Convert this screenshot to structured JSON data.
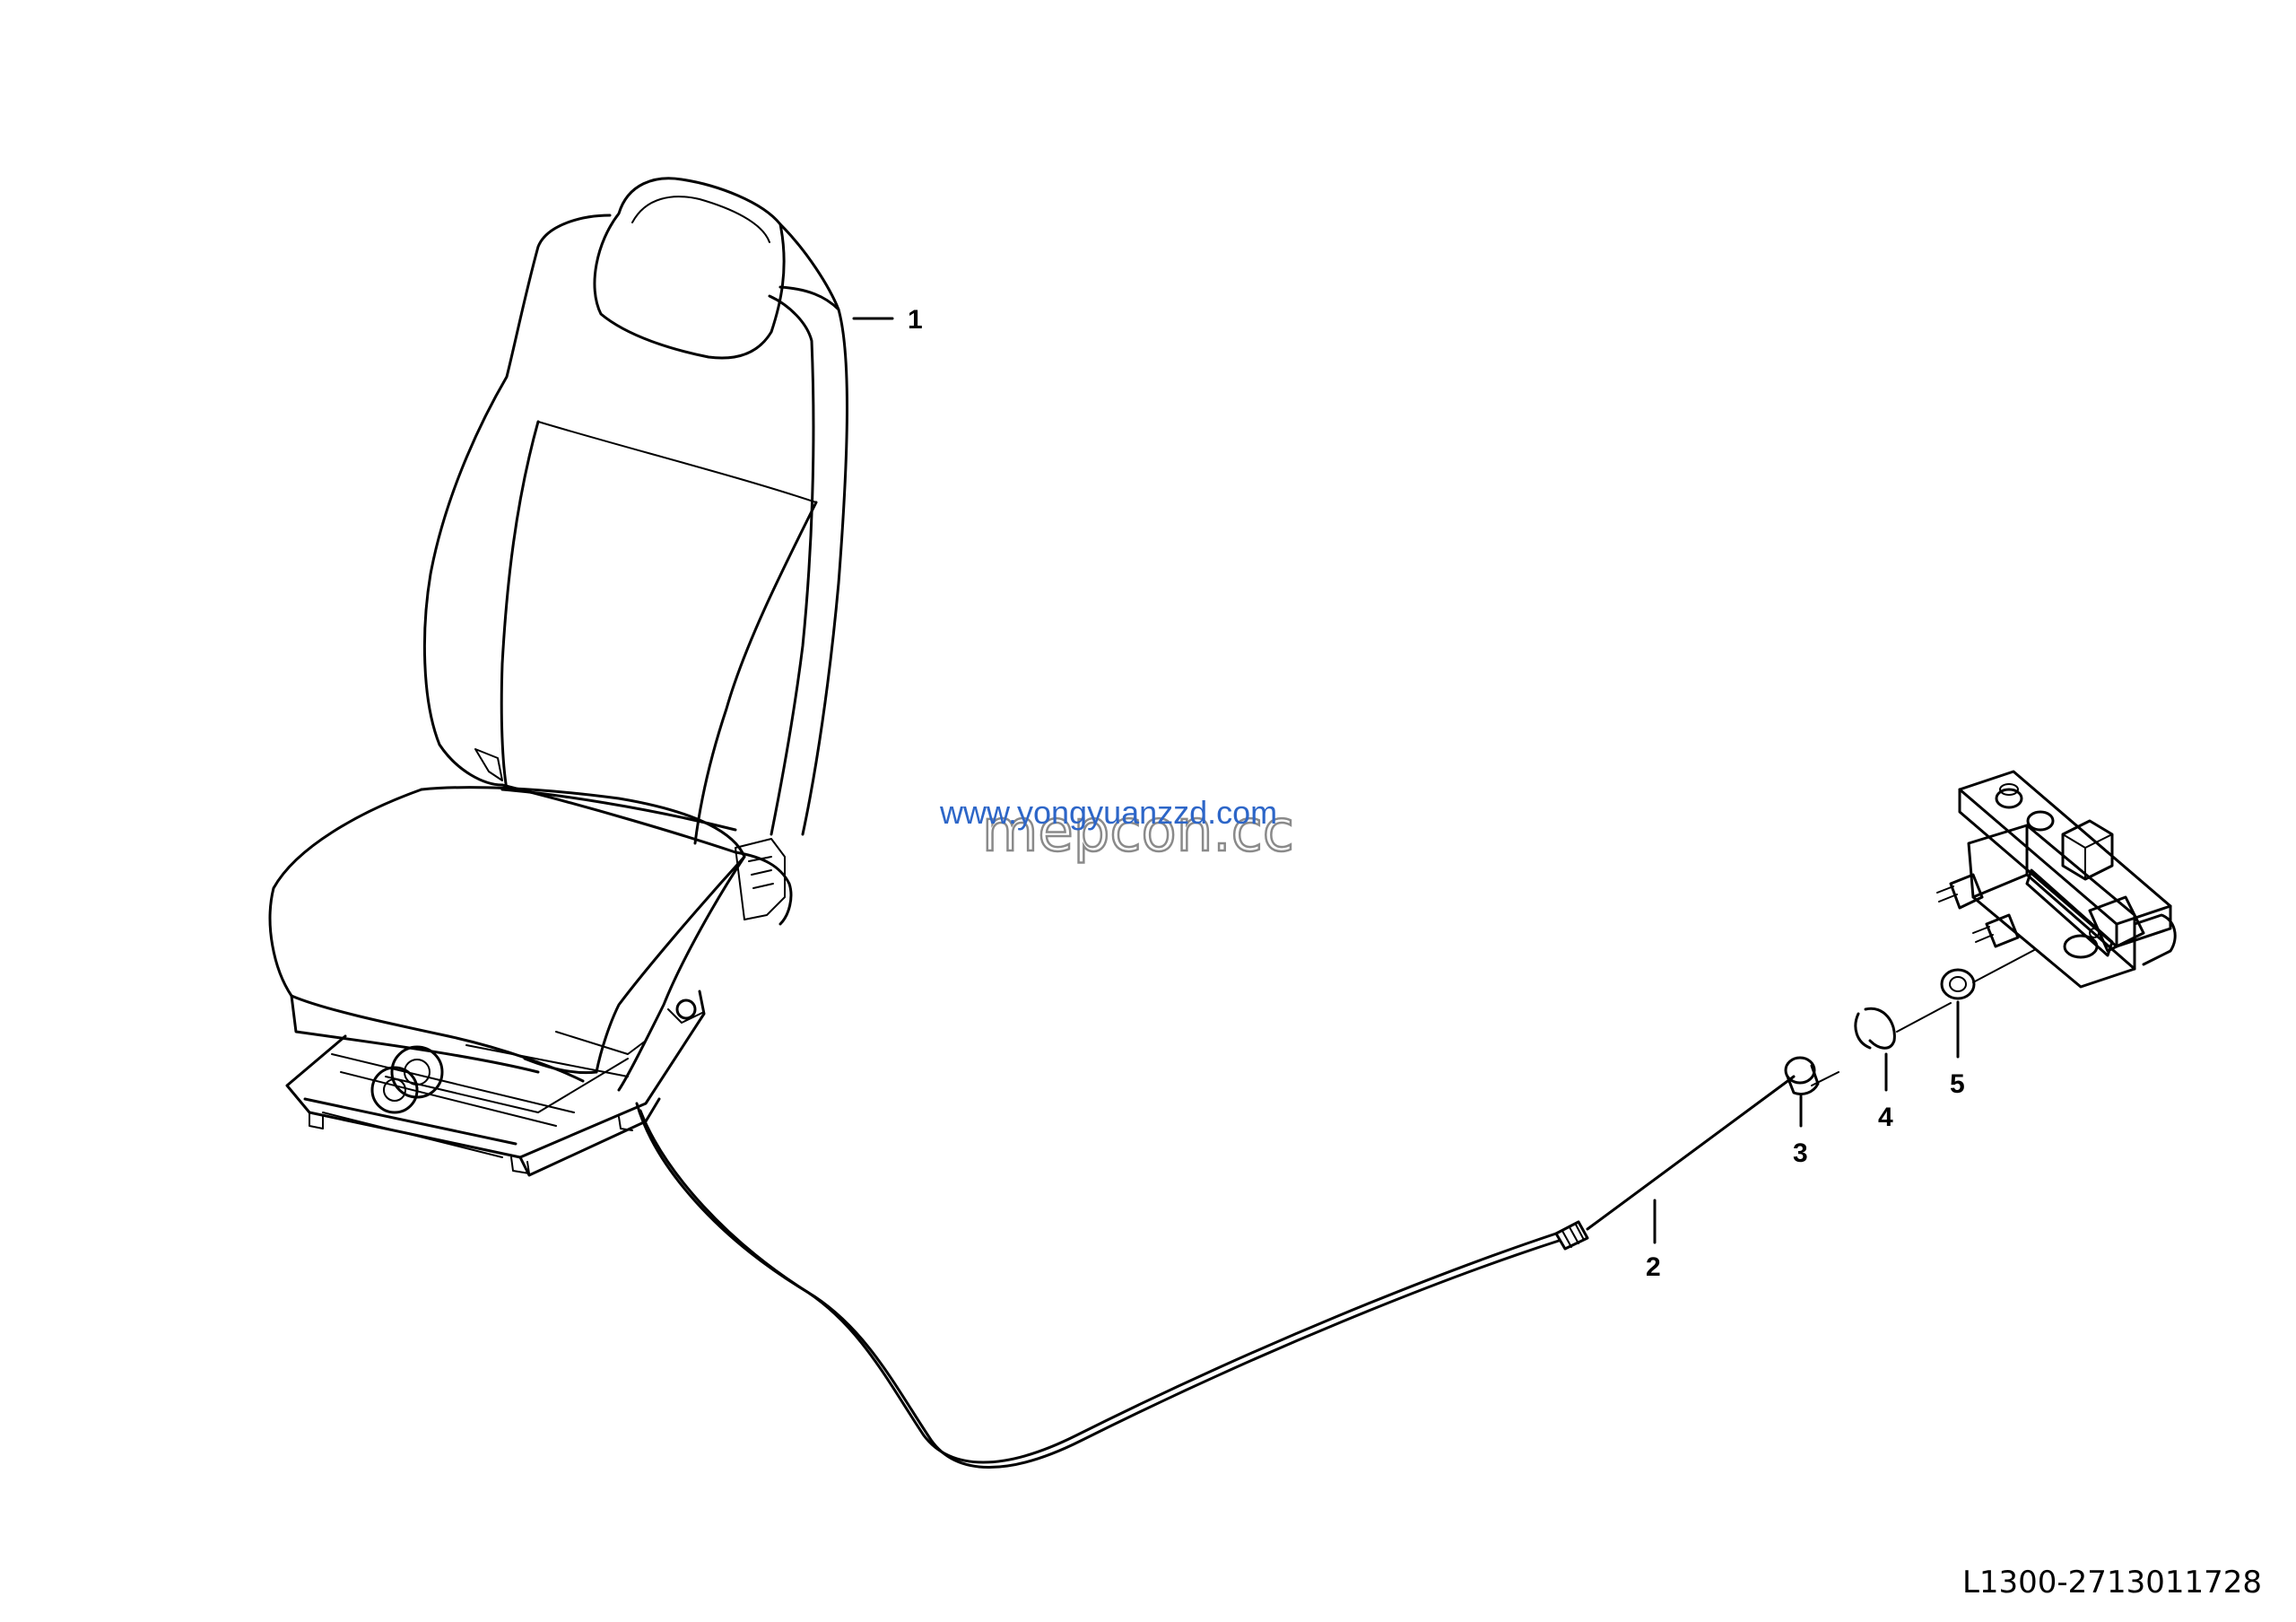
{
  "labels": {
    "part_1": "1",
    "part_2": "2",
    "part_3": "3",
    "part_4": "4",
    "part_5": "5"
  },
  "watermarks": {
    "primary": "mepcon.cc",
    "secondary": "www.yongyuanzzd.com"
  },
  "drawing_number": "L1300-2713011728",
  "colors": {
    "line": "#000000",
    "watermark_gray": "#8a8a8a",
    "watermark_blue": "#2d66c8",
    "background": "#ffffff"
  }
}
